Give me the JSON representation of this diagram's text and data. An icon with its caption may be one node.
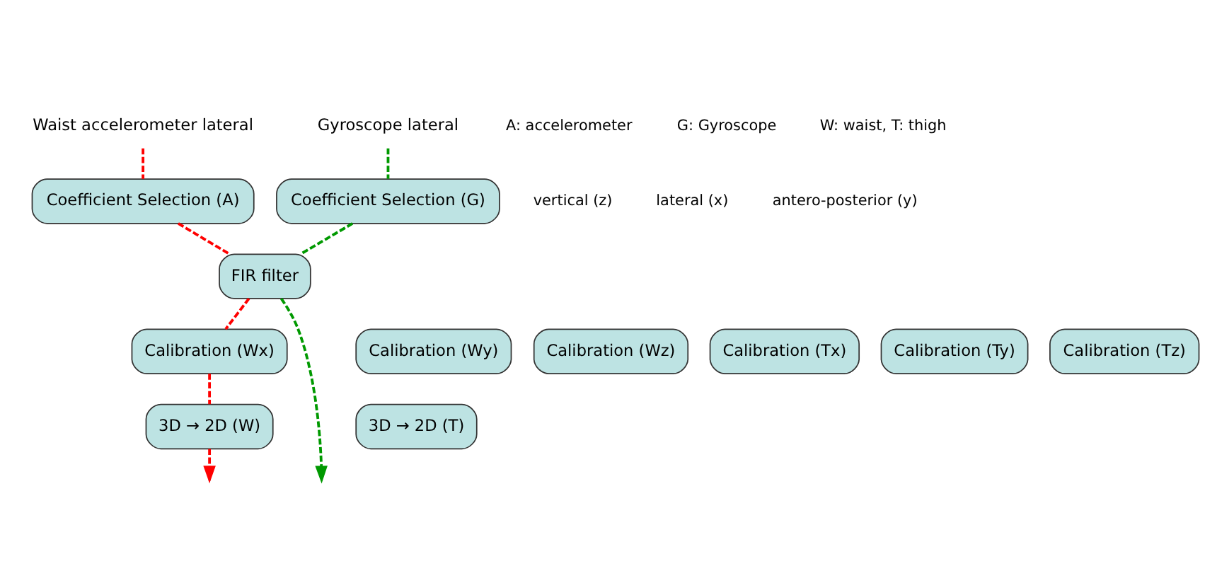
{
  "diagram": {
    "nodes": [
      {
        "text": [
          "Waist accelerometer lateral"
        ]
      },
      {
        "text": [
          "Gyroscope lateral"
        ]
      },
      {
        "text": [
          "Coefficient Selection (A)"
        ]
      },
      {
        "text": [
          "Coefficient Selection (G)"
        ]
      },
      {
        "text": [
          "FIR filter"
        ]
      },
      {
        "text": [
          "Calibration (Wx)"
        ]
      },
      {
        "text": [
          "Calibration (Wy)"
        ]
      },
      {
        "text": [
          "Calibration (Wz)"
        ]
      },
      {
        "text": [
          "Calibration (Tx)"
        ]
      },
      {
        "text": [
          "Calibration (Ty)"
        ]
      },
      {
        "text": [
          "Calibration (Tz)"
        ]
      },
      {
        "text": [
          "3D → 2D (W)"
        ]
      },
      {
        "text": [
          "3D → 2D (T)"
        ]
      }
    ],
    "edges": [
      {
        "from": 0,
        "to": 2,
        "arrow": "none",
        "style": "dashed",
        "color": "#ff0000"
      },
      {
        "from": 2,
        "to": 4,
        "arrow": "none",
        "style": "dashed",
        "color": "#ff0000"
      },
      {
        "from": 4,
        "to": 5,
        "arrow": "none",
        "style": "dashed",
        "color": "#ff0000"
      },
      {
        "from": 5,
        "to": 11,
        "arrow": "none",
        "style": "dashed",
        "color": "#ff0000"
      },
      {
        "from": 11,
        "to": null,
        "arrow": "to",
        "style": "dashed",
        "color": "#ff0000"
      },
      {
        "from": 1,
        "to": 3,
        "arrow": "none",
        "style": "dashed",
        "color": "#009900"
      },
      {
        "from": 3,
        "to": 4,
        "arrow": "none",
        "style": "dashed",
        "color": "#009900"
      },
      {
        "from": 4,
        "to": null,
        "arrow": "to",
        "style": "dashed",
        "color": "#009900"
      }
    ],
    "labels": [
      "A: accelerometer",
      "G: Gyroscope",
      "W: waist, T: thigh",
      "vertical (z)",
      "lateral (x)",
      "antero-posterior (y)"
    ]
  }
}
